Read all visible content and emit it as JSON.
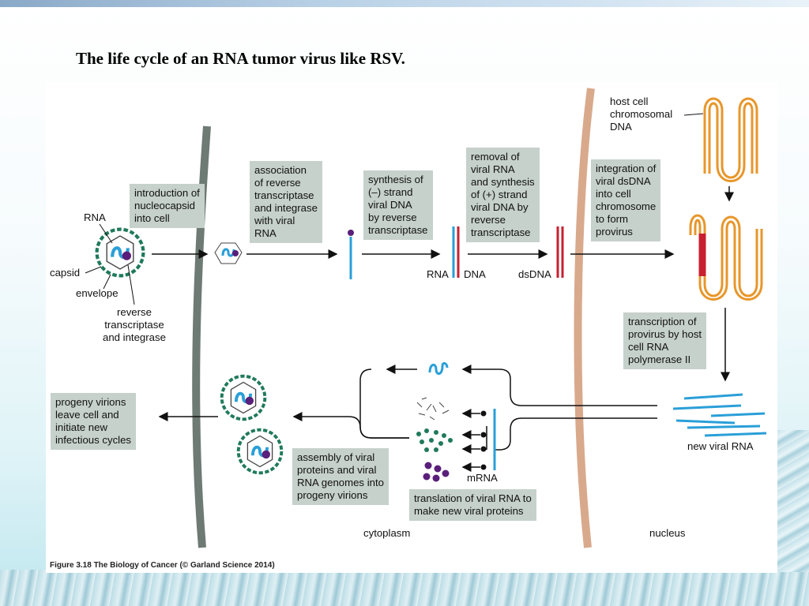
{
  "slide": {
    "title": "The life cycle of an RNA tumor virus like RSV.",
    "caption": "Figure 3.18  The Biology of Cancer (© Garland Science 2014)"
  },
  "labels": {
    "introduction": "introduction of\nnucleocapsid\ninto cell",
    "association": "association\nof reverse\ntranscriptase\nand integrase\nwith viral\nRNA",
    "synthesis_minus": "synthesis of\n(–) strand\nviral DNA\nby reverse\ntranscriptase",
    "removal": "removal of\nviral RNA\nand synthesis\nof (+) strand\nviral DNA by\nreverse\ntranscriptase",
    "integration": "integration of\nviral dsDNA\ninto cell\nchromosome\nto form\nprovirus",
    "transcription": "transcription of\nprovirus by host\ncell RNA\npolymerase II",
    "progeny": "progeny virions\nleave cell and\ninitiate new\ninfectious cycles",
    "assembly": "assembly of viral\nproteins and viral\nRNA genomes into\nprogeny virions",
    "translation": "translation of viral RNA to\nmake new viral proteins"
  },
  "text": {
    "rna": "RNA",
    "capsid": "capsid",
    "envelope": "envelope",
    "reverse_transcriptase": "reverse\ntranscriptase\nand integrase",
    "host_dna": "host cell\nchromosomal\nDNA",
    "rna2": "RNA",
    "dna": "DNA",
    "dsdna": "dsDNA",
    "new_viral_rna": "new viral RNA",
    "mrna": "mRNA",
    "cytoplasm": "cytoplasm",
    "nucleus": "nucleus"
  },
  "colors": {
    "label_bg": "#c6d1cb",
    "cell_membrane": "#6e7a74",
    "nuclear_membrane": "#d9a98c",
    "rna_blue": "#2a9fd8",
    "dna_red": "#c8202f",
    "chromosome_orange": "#e8962a",
    "protein_green": "#1f7a5a",
    "protein_purple": "#5a1f7a"
  }
}
